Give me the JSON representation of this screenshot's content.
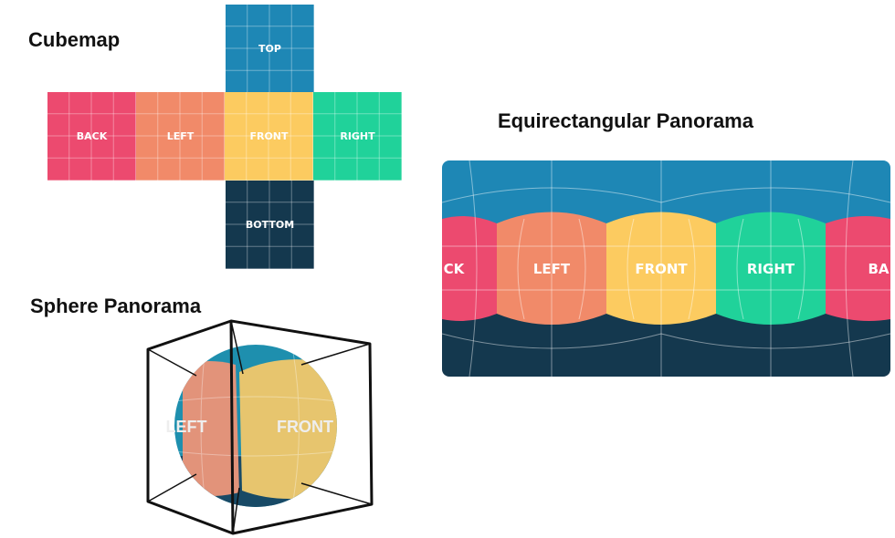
{
  "titles": {
    "cubemap": "Cubemap",
    "equirect": "Equirectangular Panorama",
    "sphere": "Sphere Panorama"
  },
  "faces": {
    "top": "TOP",
    "back": "BACK",
    "left": "LEFT",
    "front": "FRONT",
    "right": "RIGHT",
    "bottom": "BOTTOM"
  },
  "equirect_labels": {
    "back_left": "CK",
    "left": "LEFT",
    "front": "FRONT",
    "right": "RIGHT",
    "back_right": "BA"
  },
  "sphere_labels": {
    "left": "LEFT",
    "front": "FRONT"
  },
  "colors": {
    "top": "#1e87b5",
    "back": "#ec4a6f",
    "left": "#f18a69",
    "front": "#fccb60",
    "right": "#20d29a",
    "bottom": "#14384e"
  }
}
